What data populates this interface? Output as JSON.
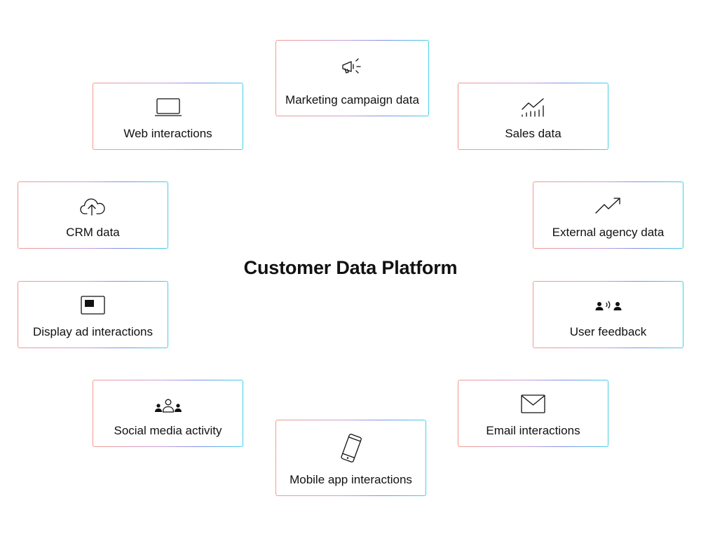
{
  "title": "Customer Data Platform",
  "cards": {
    "marketing": {
      "label": "Marketing campaign data",
      "icon": "megaphone-icon"
    },
    "web": {
      "label": "Web interactions",
      "icon": "laptop-icon"
    },
    "sales": {
      "label": "Sales data",
      "icon": "sales-chart-icon"
    },
    "crm": {
      "label": "CRM data",
      "icon": "cloud-upload-icon"
    },
    "external": {
      "label": "External agency data",
      "icon": "trend-up-icon"
    },
    "display": {
      "label": "Display ad interactions",
      "icon": "display-ad-icon"
    },
    "feedback": {
      "label": "User feedback",
      "icon": "people-talking-icon"
    },
    "social": {
      "label": "Social media activity",
      "icon": "group-icon"
    },
    "email": {
      "label": "Email interactions",
      "icon": "envelope-icon"
    },
    "mobile": {
      "label": "Mobile app interactions",
      "icon": "smartphone-icon"
    }
  },
  "colors": {
    "text": "#111111",
    "border_gradient_start": "#f39a8e",
    "border_gradient_mid": "#7d8ee8",
    "border_gradient_end": "#43d1e6"
  }
}
